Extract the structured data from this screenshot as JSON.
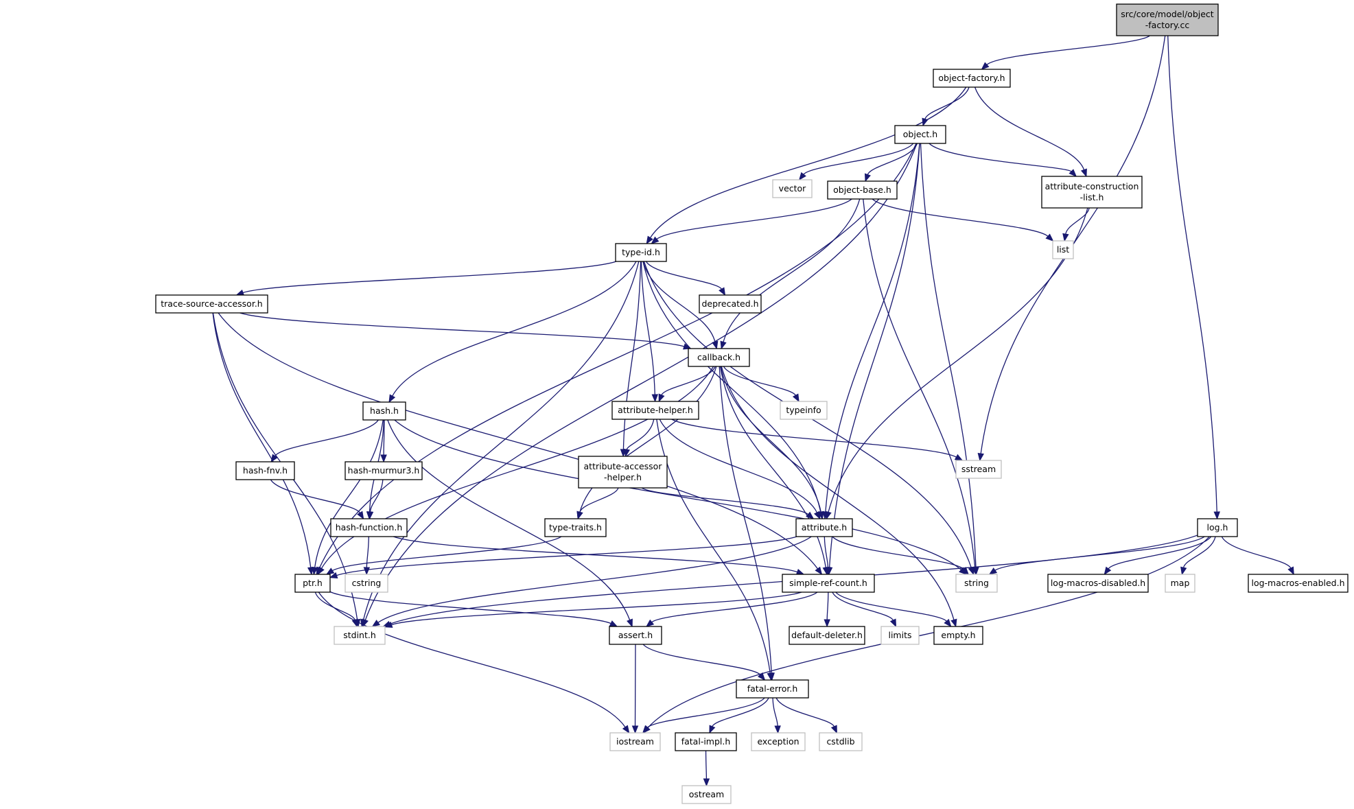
{
  "diagram": {
    "nodes": [
      {
        "id": "root",
        "lines": [
          "src/core/model/object",
          "-factory.cc"
        ],
        "kind": "root"
      },
      {
        "id": "object_factory_h",
        "lines": [
          "object-factory.h"
        ],
        "kind": "file"
      },
      {
        "id": "object_h",
        "lines": [
          "object.h"
        ],
        "kind": "file"
      },
      {
        "id": "vector",
        "lines": [
          "vector"
        ],
        "kind": "system"
      },
      {
        "id": "object_base_h",
        "lines": [
          "object-base.h"
        ],
        "kind": "file"
      },
      {
        "id": "attr_construction_list_h",
        "lines": [
          "attribute-construction",
          "-list.h"
        ],
        "kind": "file"
      },
      {
        "id": "list",
        "lines": [
          "list"
        ],
        "kind": "system"
      },
      {
        "id": "type_id_h",
        "lines": [
          "type-id.h"
        ],
        "kind": "file"
      },
      {
        "id": "trace_source_accessor_h",
        "lines": [
          "trace-source-accessor.h"
        ],
        "kind": "file"
      },
      {
        "id": "deprecated_h",
        "lines": [
          "deprecated.h"
        ],
        "kind": "file"
      },
      {
        "id": "callback_h",
        "lines": [
          "callback.h"
        ],
        "kind": "file"
      },
      {
        "id": "hash_h",
        "lines": [
          "hash.h"
        ],
        "kind": "file"
      },
      {
        "id": "attribute_helper_h",
        "lines": [
          "attribute-helper.h"
        ],
        "kind": "file"
      },
      {
        "id": "typeinfo",
        "lines": [
          "typeinfo"
        ],
        "kind": "system"
      },
      {
        "id": "sstream",
        "lines": [
          "sstream"
        ],
        "kind": "system"
      },
      {
        "id": "hash_fnv_h",
        "lines": [
          "hash-fnv.h"
        ],
        "kind": "file"
      },
      {
        "id": "hash_murmur3_h",
        "lines": [
          "hash-murmur3.h"
        ],
        "kind": "file"
      },
      {
        "id": "attr_accessor_helper_h",
        "lines": [
          "attribute-accessor",
          "-helper.h"
        ],
        "kind": "file"
      },
      {
        "id": "hash_function_h",
        "lines": [
          "hash-function.h"
        ],
        "kind": "file"
      },
      {
        "id": "type_traits_h",
        "lines": [
          "type-traits.h"
        ],
        "kind": "file"
      },
      {
        "id": "attribute_h",
        "lines": [
          "attribute.h"
        ],
        "kind": "file"
      },
      {
        "id": "log_h",
        "lines": [
          "log.h"
        ],
        "kind": "file"
      },
      {
        "id": "ptr_h",
        "lines": [
          "ptr.h"
        ],
        "kind": "file"
      },
      {
        "id": "cstring",
        "lines": [
          "cstring"
        ],
        "kind": "system"
      },
      {
        "id": "simple_ref_count_h",
        "lines": [
          "simple-ref-count.h"
        ],
        "kind": "file"
      },
      {
        "id": "string",
        "lines": [
          "string"
        ],
        "kind": "system"
      },
      {
        "id": "log_macros_disabled_h",
        "lines": [
          "log-macros-disabled.h"
        ],
        "kind": "file"
      },
      {
        "id": "map",
        "lines": [
          "map"
        ],
        "kind": "system"
      },
      {
        "id": "log_macros_enabled_h",
        "lines": [
          "log-macros-enabled.h"
        ],
        "kind": "file"
      },
      {
        "id": "stdint_h",
        "lines": [
          "stdint.h"
        ],
        "kind": "system"
      },
      {
        "id": "assert_h",
        "lines": [
          "assert.h"
        ],
        "kind": "file"
      },
      {
        "id": "default_deleter_h",
        "lines": [
          "default-deleter.h"
        ],
        "kind": "file"
      },
      {
        "id": "limits",
        "lines": [
          "limits"
        ],
        "kind": "system"
      },
      {
        "id": "empty_h",
        "lines": [
          "empty.h"
        ],
        "kind": "file"
      },
      {
        "id": "fatal_error_h",
        "lines": [
          "fatal-error.h"
        ],
        "kind": "file"
      },
      {
        "id": "iostream",
        "lines": [
          "iostream"
        ],
        "kind": "system"
      },
      {
        "id": "fatal_impl_h",
        "lines": [
          "fatal-impl.h"
        ],
        "kind": "file"
      },
      {
        "id": "exception",
        "lines": [
          "exception"
        ],
        "kind": "system"
      },
      {
        "id": "cstdlib",
        "lines": [
          "cstdlib"
        ],
        "kind": "system"
      },
      {
        "id": "ostream",
        "lines": [
          "ostream"
        ],
        "kind": "system"
      }
    ],
    "edges": [
      [
        "root",
        "object_factory_h"
      ],
      [
        "root",
        "sstream"
      ],
      [
        "root",
        "log_h"
      ],
      [
        "object_factory_h",
        "object_h"
      ],
      [
        "object_factory_h",
        "type_id_h"
      ],
      [
        "object_factory_h",
        "attr_construction_list_h"
      ],
      [
        "object_h",
        "vector"
      ],
      [
        "object_h",
        "object_base_h"
      ],
      [
        "object_h",
        "attr_construction_list_h"
      ],
      [
        "object_h",
        "attribute_h"
      ],
      [
        "object_h",
        "string"
      ],
      [
        "object_h",
        "ptr_h"
      ],
      [
        "object_h",
        "stdint_h"
      ],
      [
        "object_h",
        "simple_ref_count_h"
      ],
      [
        "object_base_h",
        "type_id_h"
      ],
      [
        "object_base_h",
        "list"
      ],
      [
        "object_base_h",
        "callback_h"
      ],
      [
        "object_base_h",
        "string"
      ],
      [
        "attr_construction_list_h",
        "list"
      ],
      [
        "attr_construction_list_h",
        "attribute_h"
      ],
      [
        "type_id_h",
        "trace_source_accessor_h"
      ],
      [
        "type_id_h",
        "deprecated_h"
      ],
      [
        "type_id_h",
        "callback_h"
      ],
      [
        "type_id_h",
        "hash_h"
      ],
      [
        "type_id_h",
        "attribute_helper_h"
      ],
      [
        "type_id_h",
        "attr_accessor_helper_h"
      ],
      [
        "type_id_h",
        "attribute_h"
      ],
      [
        "type_id_h",
        "string"
      ],
      [
        "type_id_h",
        "stdint_h"
      ],
      [
        "trace_source_accessor_h",
        "callback_h"
      ],
      [
        "trace_source_accessor_h",
        "ptr_h"
      ],
      [
        "trace_source_accessor_h",
        "stdint_h"
      ],
      [
        "trace_source_accessor_h",
        "simple_ref_count_h"
      ],
      [
        "callback_h",
        "typeinfo"
      ],
      [
        "callback_h",
        "attribute_helper_h"
      ],
      [
        "callback_h",
        "type_traits_h"
      ],
      [
        "callback_h",
        "attribute_h"
      ],
      [
        "callback_h",
        "ptr_h"
      ],
      [
        "callback_h",
        "simple_ref_count_h"
      ],
      [
        "callback_h",
        "fatal_error_h"
      ],
      [
        "callback_h",
        "empty_h"
      ],
      [
        "hash_h",
        "hash_fnv_h"
      ],
      [
        "hash_h",
        "hash_murmur3_h"
      ],
      [
        "hash_h",
        "hash_function_h"
      ],
      [
        "hash_h",
        "ptr_h"
      ],
      [
        "hash_h",
        "assert_h"
      ],
      [
        "hash_h",
        "string"
      ],
      [
        "attribute_helper_h",
        "attr_accessor_helper_h"
      ],
      [
        "attribute_helper_h",
        "sstream"
      ],
      [
        "attribute_helper_h",
        "attribute_h"
      ],
      [
        "attribute_helper_h",
        "fatal_error_h"
      ],
      [
        "hash_fnv_h",
        "hash_function_h"
      ],
      [
        "hash_murmur3_h",
        "hash_function_h"
      ],
      [
        "attr_accessor_helper_h",
        "type_traits_h"
      ],
      [
        "attr_accessor_helper_h",
        "attribute_h"
      ],
      [
        "hash_function_h",
        "cstring"
      ],
      [
        "hash_function_h",
        "simple_ref_count_h"
      ],
      [
        "type_traits_h",
        "ptr_h"
      ],
      [
        "attribute_h",
        "ptr_h"
      ],
      [
        "attribute_h",
        "simple_ref_count_h"
      ],
      [
        "attribute_h",
        "string"
      ],
      [
        "attribute_h",
        "stdint_h"
      ],
      [
        "log_h",
        "string"
      ],
      [
        "log_h",
        "log_macros_disabled_h"
      ],
      [
        "log_h",
        "map"
      ],
      [
        "log_h",
        "log_macros_enabled_h"
      ],
      [
        "log_h",
        "stdint_h"
      ],
      [
        "log_h",
        "iostream"
      ],
      [
        "ptr_h",
        "stdint_h"
      ],
      [
        "ptr_h",
        "assert_h"
      ],
      [
        "ptr_h",
        "iostream"
      ],
      [
        "simple_ref_count_h",
        "stdint_h"
      ],
      [
        "simple_ref_count_h",
        "assert_h"
      ],
      [
        "simple_ref_count_h",
        "default_deleter_h"
      ],
      [
        "simple_ref_count_h",
        "limits"
      ],
      [
        "simple_ref_count_h",
        "empty_h"
      ],
      [
        "assert_h",
        "fatal_error_h"
      ],
      [
        "assert_h",
        "iostream"
      ],
      [
        "fatal_error_h",
        "iostream"
      ],
      [
        "fatal_error_h",
        "fatal_impl_h"
      ],
      [
        "fatal_error_h",
        "exception"
      ],
      [
        "fatal_error_h",
        "cstdlib"
      ],
      [
        "fatal_impl_h",
        "ostream"
      ]
    ],
    "colors": {
      "edge": "#191970",
      "root_fill": "#bfbfbf",
      "file_stroke": "#000000",
      "system_stroke": "#bfbfbf"
    }
  }
}
